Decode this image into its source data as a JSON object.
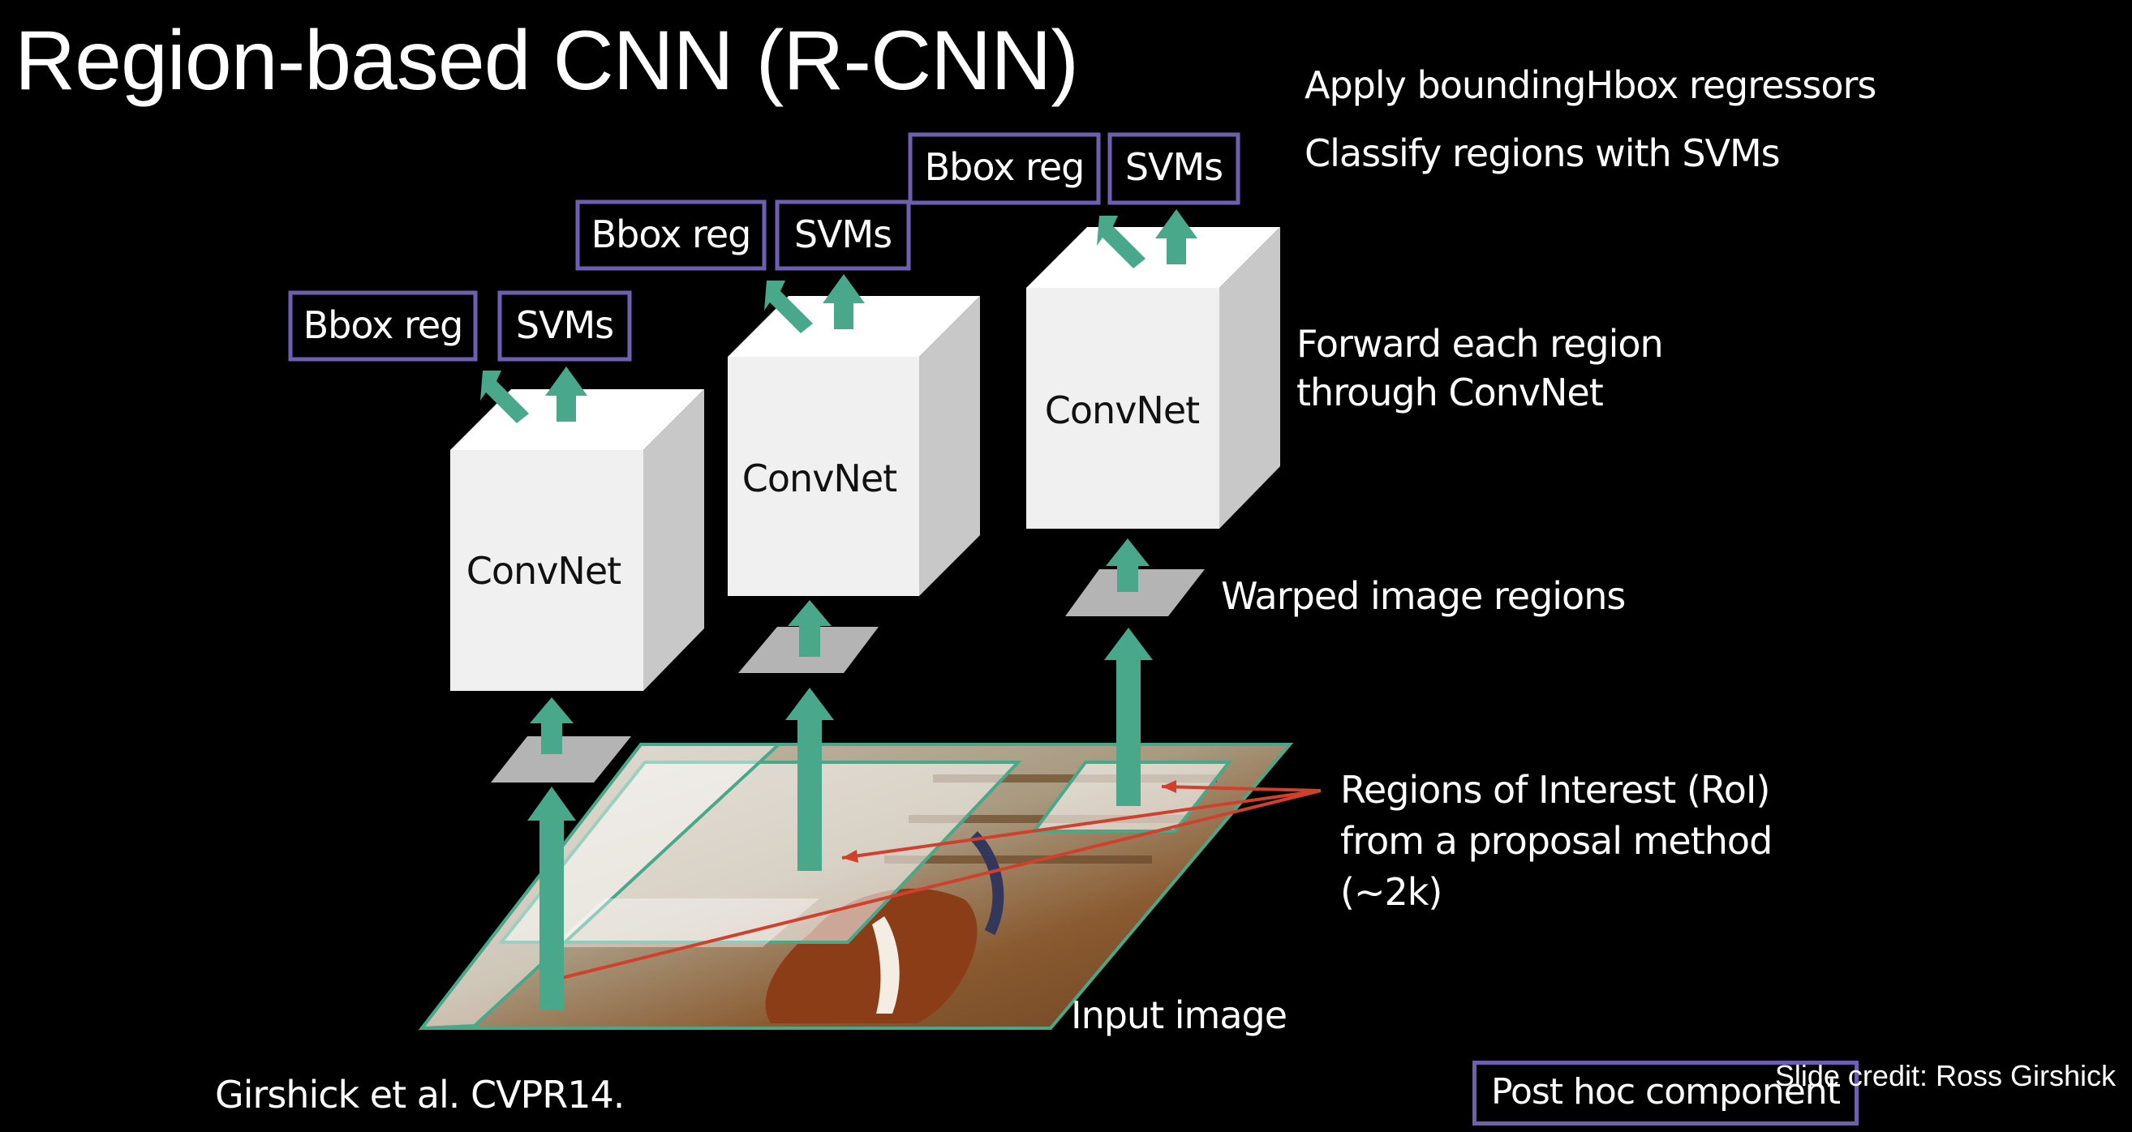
{
  "title": "Region-based CNN (R-CNN)",
  "steps": {
    "apply_bbox": "Apply boundingHbox regressors",
    "classify": "Classify regions with SVMs",
    "forward_line1": "Forward each region",
    "forward_line2": "through ConvNet",
    "warped": "Warped image regions",
    "roi_line1": "Regions of Interest (RoI)",
    "roi_line2": "from a proposal method",
    "roi_line3": "(~2k)",
    "input": "Input image"
  },
  "convnet_label": "ConvNet",
  "bbox_label": "Bbox reg",
  "svm_label": "SVMs",
  "citation": "Girshick et al. CVPR14.",
  "legend": "Post hoc component",
  "credit": "Slide credit: Ross Girshick",
  "colors": {
    "arrow": "#4aa88a",
    "box_border": "#6f5fb0",
    "roi_line": "#d0402c",
    "cube_face": "#f0f0f0",
    "cube_side": "#c8c8c8"
  }
}
